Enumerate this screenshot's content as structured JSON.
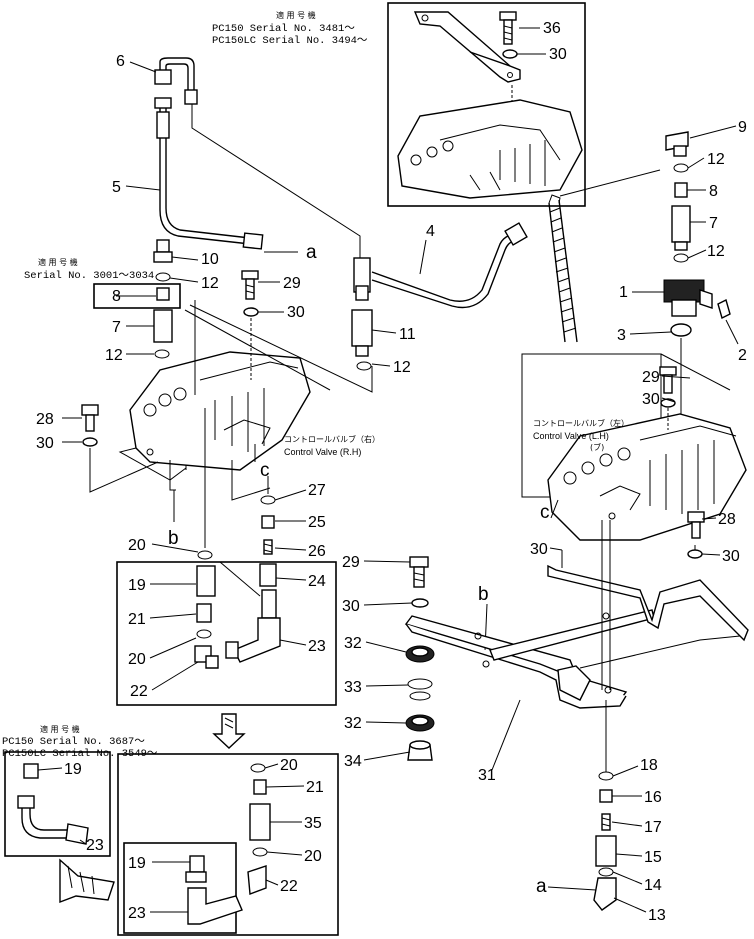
{
  "notes": {
    "top": {
      "heading": "適 用 号 機",
      "line1": "PC150    Serial No. 3481～",
      "line2": "PC150LC Serial No. 3494～"
    },
    "left": {
      "heading": "適 用 号 機",
      "line1": "Serial No. 3001～3034"
    },
    "bottom": {
      "heading": "適 用 号 機",
      "line1": "PC150    Serial No. 3687～",
      "line2": "PC150LC Serial No. 3549～"
    }
  },
  "valves": {
    "rh_jp": "コントロールバルブ（右）",
    "rh_en": "Control Valve (R.H)",
    "lh_jp": "コントロールバルブ（左）",
    "lh_en": "Control Valve (L.H)",
    "lh_sub": "(ブ)"
  },
  "letters": [
    "a",
    "b",
    "c",
    "c",
    "b",
    "a"
  ],
  "callouts": [
    "36",
    "30",
    "9",
    "12",
    "8",
    "7",
    "12",
    "1",
    "2",
    "3",
    "6",
    "5",
    "4",
    "10",
    "12",
    "8",
    "29",
    "30",
    "11",
    "12",
    "7",
    "12",
    "28",
    "30",
    "29",
    "30",
    "27",
    "25",
    "26",
    "24",
    "20",
    "19",
    "21",
    "20",
    "22",
    "23",
    "29",
    "30",
    "32",
    "33",
    "32",
    "34",
    "31",
    "28",
    "30",
    "30",
    "18",
    "16",
    "17",
    "15",
    "14",
    "13",
    "19",
    "23",
    "20",
    "21",
    "35",
    "20",
    "22",
    "19",
    "23"
  ]
}
